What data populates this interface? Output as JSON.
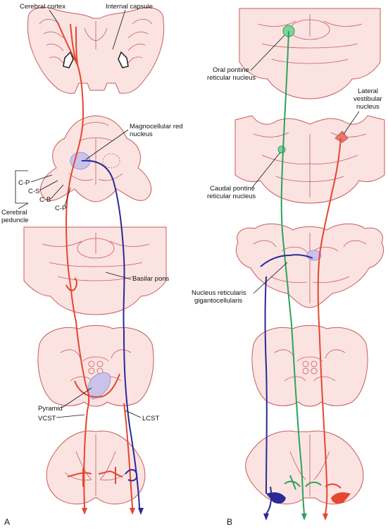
{
  "panel_a": {
    "letter": "A",
    "labels": {
      "cerebral_cortex": "Cerebral cortex",
      "internal_capsule": "Internal capsule",
      "magnocellular_red_nucleus_1": "Magnocellular red",
      "magnocellular_red_nucleus_2": "nucleus",
      "cp_top": "C-P",
      "cs": "C-S",
      "cb": "C-B",
      "cp_bottom": "C-P",
      "cerebral_peduncle_1": "Cerebral",
      "cerebral_peduncle_2": "peduncle",
      "basilar_pons": "Basilar pons",
      "pyramid": "Pyramid",
      "vcst": "VCST",
      "lcst": "LCST"
    }
  },
  "panel_b": {
    "letter": "B",
    "labels": {
      "oral_pontine_1": "Oral pontine",
      "oral_pontine_2": "reticular nucleus",
      "lateral_vestibular_1": "Lateral",
      "lateral_vestibular_2": "vestibular",
      "lateral_vestibular_3": "nucleus",
      "caudal_pontine_1": "Caudal pontine",
      "caudal_pontine_2": "reticular nucleus",
      "nucleus_gc_1": "Nucleus reticularis",
      "nucleus_gc_2": "gigantocellularis"
    }
  },
  "colors": {
    "corticospinal": "#e4472e",
    "rubrospinal": "#2a2a96",
    "reticulospinal": "#2ba35a",
    "vestibulospinal": "#e4472e",
    "tissue_fill": "#fbe3e2",
    "tissue_outline": "#c85a5a",
    "nucleus_highlight": "#c9c3ec"
  }
}
